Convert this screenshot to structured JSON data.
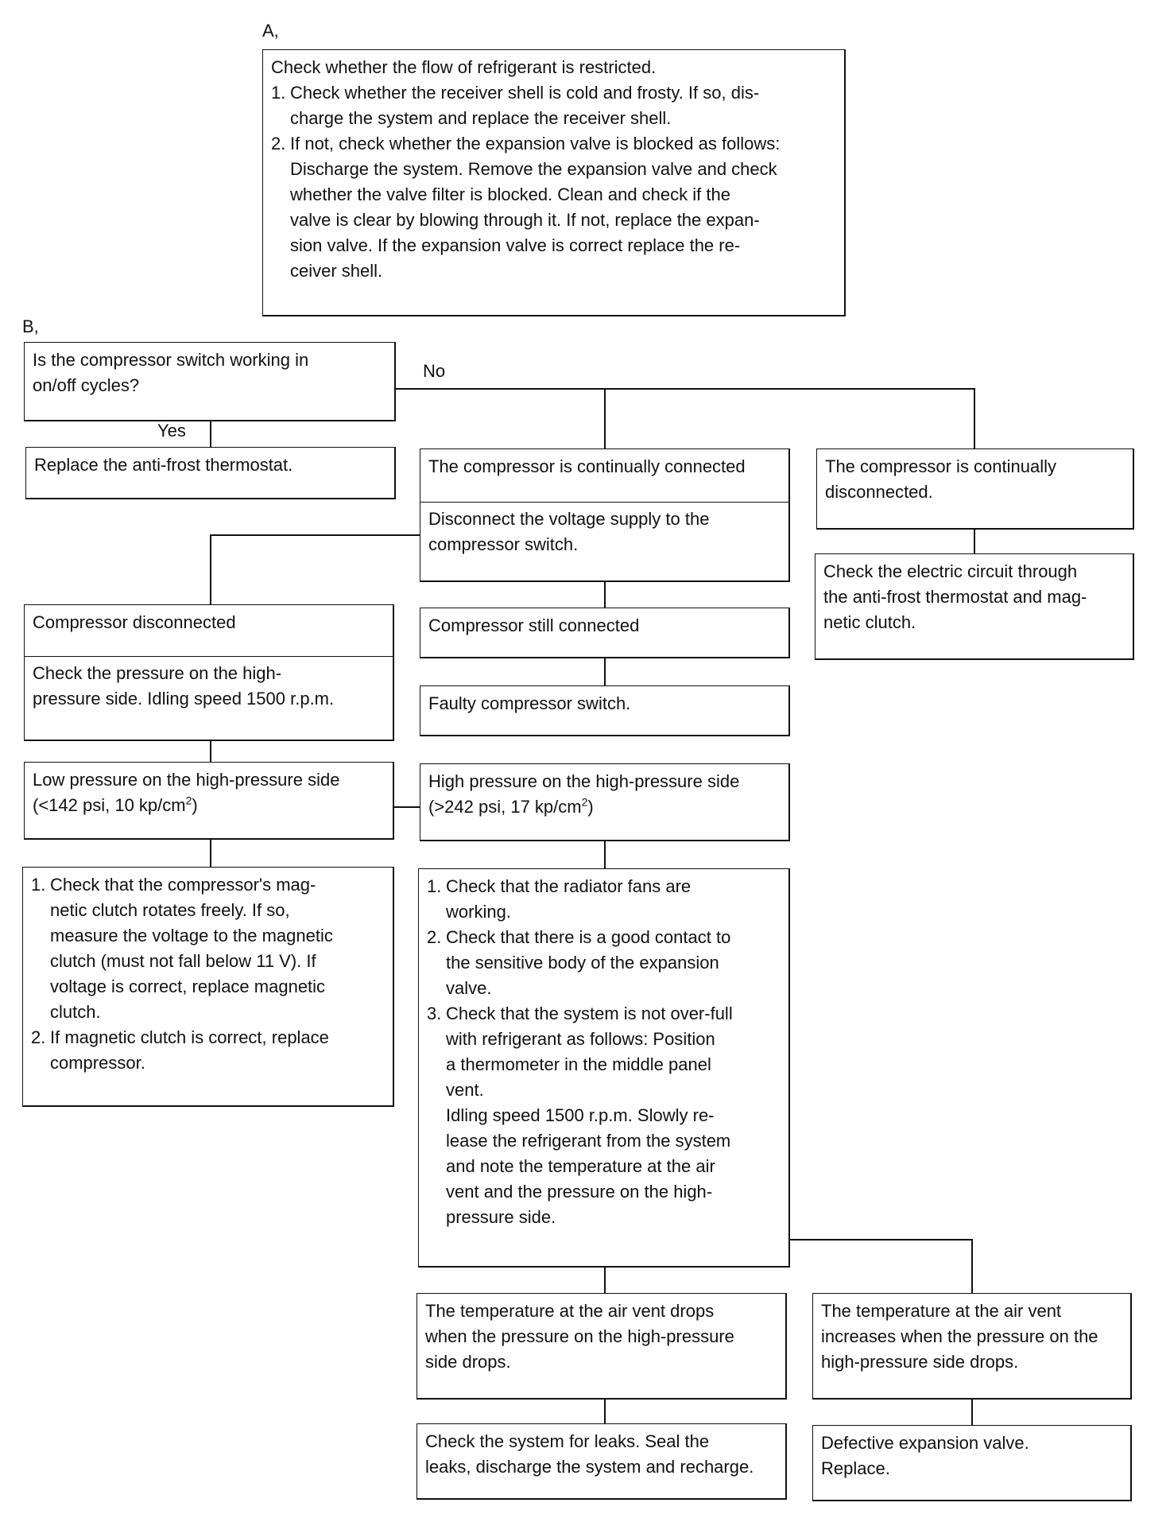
{
  "section_a": {
    "label": "A,",
    "intro": "Check whether the flow of refrigerant is restricted.",
    "steps": [
      {
        "num": "1.",
        "lines": [
          "Check whether the receiver shell is cold and frosty. If so, dis-",
          "charge the system and replace the receiver shell."
        ]
      },
      {
        "num": "2.",
        "lines": [
          "If not, check whether the expansion valve is blocked as follows:",
          "Discharge the system. Remove the expansion valve and check",
          "whether the valve filter is blocked. Clean and check if the",
          "valve is clear by blowing through it. If not, replace the expan-",
          "sion valve. If the expansion valve is correct replace the re-",
          "ceiver shell."
        ]
      }
    ]
  },
  "section_b": {
    "label": "B,",
    "question": [
      "Is the compressor switch working in",
      "on/off cycles?"
    ],
    "yes_label": "Yes",
    "no_label": "No",
    "replace_thermostat": "Replace the anti-frost thermostat.",
    "continually_connected": "The compressor is continually connected",
    "disconnect_voltage": [
      "Disconnect the voltage supply to the",
      "compressor switch."
    ],
    "continually_disconnected": [
      "The compressor is continually",
      "disconnected."
    ],
    "check_circuit": [
      "Check the electric circuit through",
      "the anti-frost thermostat and mag-",
      "netic clutch."
    ],
    "compressor_disconnected": "Compressor disconnected",
    "check_pressure": [
      "Check the pressure on the high-",
      "pressure side. Idling speed 1500 r.p.m."
    ],
    "still_connected": "Compressor still connected",
    "faulty_switch": "Faulty compressor switch.",
    "low_pressure": {
      "line1": "Low pressure on the high-pressure side",
      "line2_pre": "(<142 psi, 10 kp/cm",
      "sup": "2",
      "line2_post": ")"
    },
    "high_pressure": {
      "line1": "High pressure on the high-pressure side",
      "line2_pre": "(>242 psi, 17 kp/cm",
      "sup": "2",
      "line2_post": ")"
    },
    "low_steps": [
      {
        "num": "1.",
        "lines": [
          "Check that the compressor's mag-",
          "netic clutch rotates freely. If so,",
          "measure the voltage to the magnetic",
          "clutch (must not fall below 11 V). If",
          "voltage is correct, replace magnetic",
          "clutch."
        ]
      },
      {
        "num": "2.",
        "lines": [
          "If magnetic clutch is correct, replace",
          "compressor."
        ]
      }
    ],
    "high_steps": [
      {
        "num": "1.",
        "lines": [
          "Check that the radiator fans are",
          "working."
        ]
      },
      {
        "num": "2.",
        "lines": [
          "Check that there is a good contact to",
          "the sensitive body of the expansion",
          "valve."
        ]
      },
      {
        "num": "3.",
        "lines": [
          "Check that the system is not over-full",
          "with refrigerant as follows: Position",
          "a thermometer in the middle panel",
          "vent.",
          "Idling speed 1500 r.p.m. Slowly re-",
          "lease the refrigerant from the system",
          "and note the temperature at the air",
          "vent and the pressure on the high-",
          "pressure side."
        ]
      }
    ],
    "temp_drops": [
      "The temperature at the air vent drops",
      "when the pressure on the high-pressure",
      "side drops."
    ],
    "temp_increases": [
      "The temperature at the air vent",
      "increases when the pressure on the",
      "high-pressure side drops."
    ],
    "check_leaks": [
      "Check the system for leaks. Seal the",
      "leaks, discharge the system and recharge."
    ],
    "defective_valve": [
      "Defective expansion valve.",
      "Replace."
    ]
  }
}
